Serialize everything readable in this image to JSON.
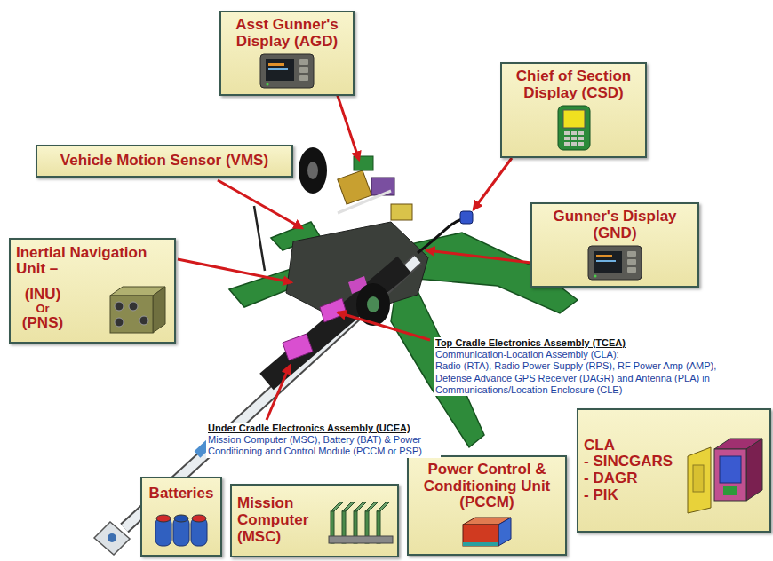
{
  "diagram": {
    "nodes": [
      {
        "text": [
          "Asst Gunner's Display (AGD)"
        ]
      },
      {
        "text": [
          "Chief of Section Display (CSD)"
        ]
      },
      {
        "text": [
          "Vehicle Motion Sensor (VMS)"
        ]
      },
      {
        "text": [
          "Gunner's Display (GND)"
        ]
      },
      {
        "text": [
          "Inertial Navigation Unit –",
          "(INU)",
          "Or",
          "(PNS)"
        ]
      },
      {
        "text": [
          "CLA",
          "- SINCGARS",
          "- DAGR",
          "- PIK"
        ]
      },
      {
        "text": [
          "Power Control & Conditioning Unit (PCCM)"
        ]
      },
      {
        "text": [
          "Batteries"
        ]
      },
      {
        "text": [
          "Mission Computer (MSC)"
        ]
      }
    ],
    "labels": [
      "Top Cradle Electronics Assembly (TCEA)",
      "Communication-Location Assembly (CLA):",
      "Radio (RTA), Radio Power Supply (RPS), RF Power Amp (AMP), Defense Advance GPS Receiver (DAGR) and Antenna (PLA) in Communications/Location Enclosure (CLE)",
      "Under Cradle Electronics Assembly (UCEA)",
      "Mission Computer (MSC), Battery (BAT) & Power Conditioning and Control Module (PCCM or PSP)"
    ]
  }
}
